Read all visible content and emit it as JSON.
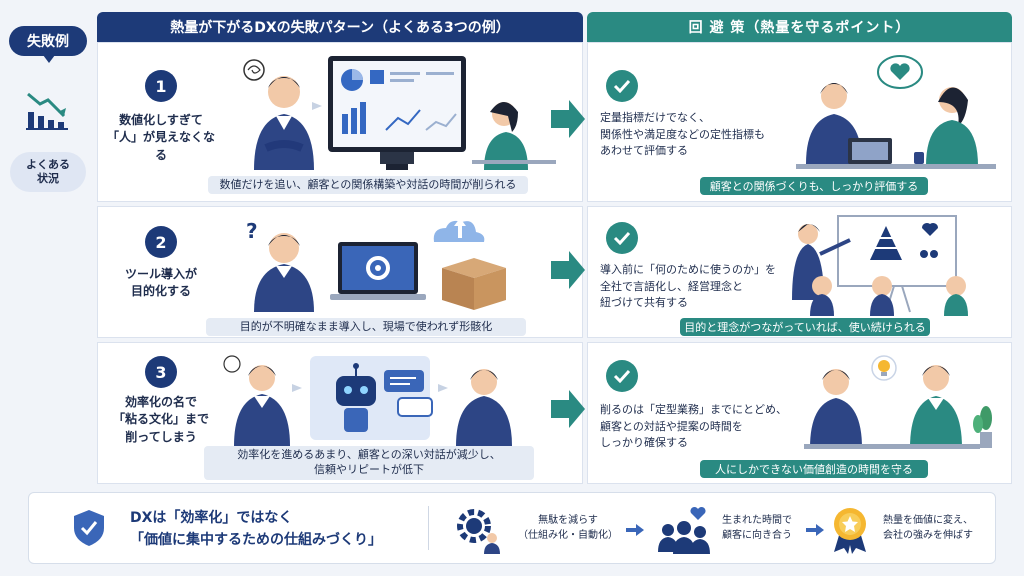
{
  "side": {
    "badge": "失敗例",
    "pill_line1": "よくある",
    "pill_line2": "状況"
  },
  "headers": {
    "left": "熱量が下がるDXの失敗パターン（よくある3つの例）",
    "right": "回 避 策（熱量を守るポイント）"
  },
  "rows": [
    {
      "num": "1",
      "title_line1": "数値化しすぎて",
      "title_line2": "「人」が見えなくなる",
      "caption": "数値だけを追い、顧客との関係構築や対話の時間が削られる",
      "solution_line1": "定量指標だけでなく、",
      "solution_line2": "関係性や満足度などの定性指標も",
      "solution_line3": "あわせて評価する",
      "solution_caption": "顧客との関係づくりも、しっかり評価する"
    },
    {
      "num": "2",
      "title_line1": "ツール導入が",
      "title_line2": "目的化する",
      "caption": "目的が不明確なまま導入し、現場で使われず形骸化",
      "solution_line1": "導入前に「何のために使うのか」を",
      "solution_line2": "全社で言語化し、経営理念と",
      "solution_line3": "紐づけて共有する",
      "solution_caption": "目的と理念がつながっていれば、使い続けられる"
    },
    {
      "num": "3",
      "title_line1": "効率化の名で",
      "title_line2": "「粘る文化」まで",
      "title_line3": "削ってしまう",
      "caption_line1": "効率化を進めるあまり、顧客との深い対話が減少し、",
      "caption_line2": "信頼やリピートが低下",
      "solution_line1": "削るのは「定型業務」までにとどめ、",
      "solution_line2": "顧客との対話や提案の時間を",
      "solution_line3": "しっかり確保する",
      "solution_caption": "人にしかできない価値創造の時間を守る"
    }
  ],
  "bottom": {
    "main_line1": "DXは「効率化」ではなく",
    "main_line2": "「価値に集中するための仕組みづくり」",
    "step1_line1": "無駄を減らす",
    "step1_line2": "（仕組み化・自動化）",
    "step2_line1": "生まれた時間で",
    "step2_line2": "顧客に向き合う",
    "step3_line1": "熱量を価値に変え、",
    "step3_line2": "会社の強みを伸ばす"
  },
  "colors": {
    "navy": "#1d3a78",
    "teal": "#2a8a82",
    "caption_bg": "#e5ebf4"
  }
}
